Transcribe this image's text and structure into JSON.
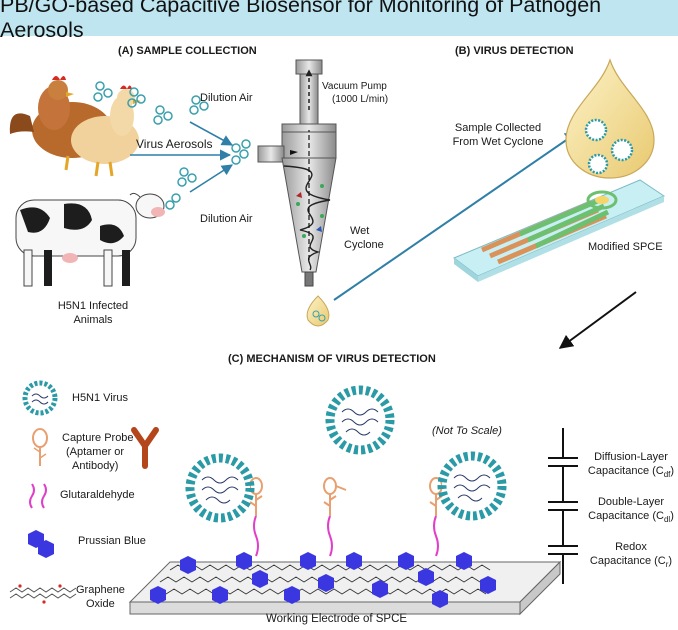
{
  "title": "PB/GO-based Capacitive Biosensor for Monitoring of Pathogen Aerosols",
  "sections": {
    "sample_collection": "(A) SAMPLE COLLECTION",
    "virus_detection": "(B) VIRUS DETECTION",
    "mechanism": "(C) MECHANISM OF VIRUS DETECTION"
  },
  "labels": {
    "dilution_air_top": "Dilution Air",
    "dilution_air_bottom": "Dilution Air",
    "virus_aerosols": "Virus Aerosols",
    "vacuum_pump_1": "Vacuum  Pump",
    "vacuum_pump_2": "(1000 L/min)",
    "wet_cyclone_1": "Wet",
    "wet_cyclone_2": "Cyclone",
    "animals_1": "H5N1 Infected",
    "animals_2": "Animals",
    "sample_collected_1": "Sample Collected",
    "sample_collected_2": "From Wet Cyclone",
    "modified_spce": "Modified SPCE",
    "not_to_scale": "(Not To Scale)",
    "working_electrode": "Working Electrode of SPCE"
  },
  "legend": {
    "virus": "H5N1 Virus",
    "capture_probe_1": "Capture Probe",
    "capture_probe_2": "(Aptamer or",
    "capture_probe_3": "Antibody)",
    "glutaraldehyde": "Glutaraldehyde",
    "prussian_blue": "Prussian Blue",
    "graphene_1": "Graphene",
    "graphene_2": "Oxide"
  },
  "capacitors": {
    "diffusion_1": "Diffusion-Layer",
    "diffusion_2": "Capacitance (C",
    "diffusion_sub": "df",
    "double_1": "Double-Layer",
    "double_2": "Capacitance (C",
    "double_sub": "dl",
    "redox_1": "Redox",
    "redox_2": "Capacitance (C",
    "redox_sub": "r"
  },
  "colors": {
    "title_bg": "#bfe5f0",
    "prussian_blue": "#3a36e0",
    "virus_ring": "#2a9aa6",
    "glutaraldehyde": "#e040c8",
    "probe": "#e8a070",
    "antibody": "#b5451b",
    "electrode_green": "#6cc070",
    "electrode_orange": "#d9925a"
  }
}
